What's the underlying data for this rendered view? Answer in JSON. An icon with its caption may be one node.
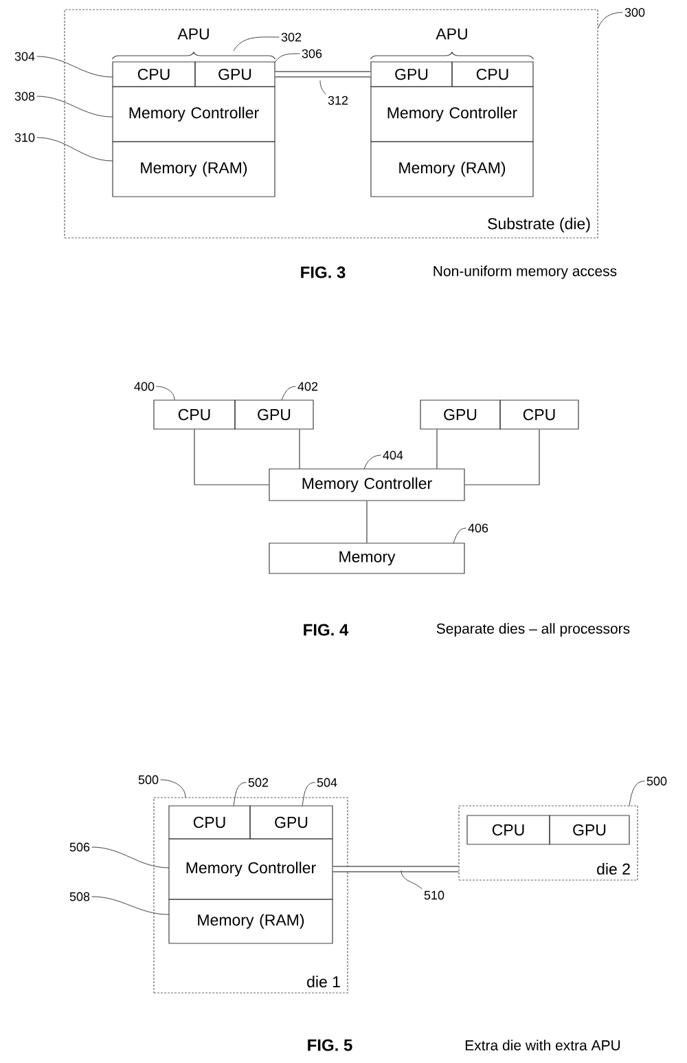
{
  "diagram": {
    "nodes": [
      {
        "text": [
          "Substrate (die)"
        ]
      },
      {
        "text": [
          "APU"
        ],
        "in": 0
      },
      {
        "text": [
          "CPU"
        ],
        "in": 0
      },
      {
        "text": [
          "GPU"
        ],
        "in": 0
      },
      {
        "text": [
          "Memory Controller"
        ],
        "in": 0
      },
      {
        "text": [
          "Memory (RAM)"
        ],
        "in": 0
      },
      {
        "text": [
          "APU"
        ],
        "in": 0
      },
      {
        "text": [
          "GPU"
        ],
        "in": 0
      },
      {
        "text": [
          "CPU"
        ],
        "in": 0
      },
      {
        "text": [
          "Memory Controller"
        ],
        "in": 0
      },
      {
        "text": [
          "Memory (RAM)"
        ],
        "in": 0
      },
      {
        "text": [
          "300"
        ]
      },
      {
        "text": [
          "302"
        ],
        "in": 0
      },
      {
        "text": [
          "304"
        ]
      },
      {
        "text": [
          "306"
        ],
        "in": 0
      },
      {
        "text": [
          "308"
        ]
      },
      {
        "text": [
          "310"
        ]
      },
      {
        "text": [
          "312"
        ],
        "in": 0
      },
      {
        "text": [
          "CPU"
        ]
      },
      {
        "text": [
          "GPU"
        ]
      },
      {
        "text": [
          "GPU"
        ]
      },
      {
        "text": [
          "CPU"
        ]
      },
      {
        "text": [
          "Memory Controller"
        ]
      },
      {
        "text": [
          "Memory"
        ]
      },
      {
        "text": [
          "400"
        ]
      },
      {
        "text": [
          "402"
        ]
      },
      {
        "text": [
          "404"
        ]
      },
      {
        "text": [
          "406"
        ]
      },
      {
        "text": [
          "die 1"
        ]
      },
      {
        "text": [
          "CPU"
        ],
        "in": 28
      },
      {
        "text": [
          "GPU"
        ],
        "in": 28
      },
      {
        "text": [
          "Memory Controller"
        ],
        "in": 28
      },
      {
        "text": [
          "Memory (RAM)"
        ],
        "in": 28
      },
      {
        "text": [
          "die 2"
        ]
      },
      {
        "text": [
          "CPU"
        ],
        "in": 33
      },
      {
        "text": [
          "GPU"
        ],
        "in": 33
      },
      {
        "text": [
          "500"
        ]
      },
      {
        "text": [
          "502"
        ]
      },
      {
        "text": [
          "504"
        ]
      },
      {
        "text": [
          "506"
        ]
      },
      {
        "text": [
          "508"
        ]
      },
      {
        "text": [
          "510"
        ]
      },
      {
        "text": [
          "500"
        ]
      }
    ],
    "edges": [
      {
        "from": 3,
        "to": 7,
        "arrow": "none",
        "style": "thick"
      },
      {
        "from": 11,
        "to": 0,
        "arrow": "none"
      },
      {
        "from": 12,
        "to": 1,
        "arrow": "none"
      },
      {
        "from": 13,
        "to": 2,
        "arrow": "none"
      },
      {
        "from": 14,
        "to": 3,
        "arrow": "none"
      },
      {
        "from": 15,
        "to": 4,
        "arrow": "none"
      },
      {
        "from": 16,
        "to": 5,
        "arrow": "none"
      },
      {
        "from": 17,
        "to": null,
        "arrow": "none"
      },
      {
        "from": 18,
        "to": 22,
        "arrow": "none"
      },
      {
        "from": 19,
        "to": 22,
        "arrow": "none"
      },
      {
        "from": 20,
        "to": 22,
        "arrow": "none"
      },
      {
        "from": 21,
        "to": 22,
        "arrow": "none"
      },
      {
        "from": 22,
        "to": 23,
        "arrow": "none"
      },
      {
        "from": 24,
        "to": 18,
        "arrow": "none"
      },
      {
        "from": 25,
        "to": 19,
        "arrow": "none"
      },
      {
        "from": 26,
        "to": 22,
        "arrow": "none"
      },
      {
        "from": 27,
        "to": 23,
        "arrow": "none"
      },
      {
        "from": 31,
        "to": 33,
        "arrow": "none",
        "style": "thick"
      },
      {
        "from": 36,
        "to": 28,
        "arrow": "none"
      },
      {
        "from": 37,
        "to": 29,
        "arrow": "none"
      },
      {
        "from": 38,
        "to": 30,
        "arrow": "none"
      },
      {
        "from": 39,
        "to": 31,
        "arrow": "none"
      },
      {
        "from": 40,
        "to": 32,
        "arrow": "none"
      },
      {
        "from": 41,
        "to": null,
        "arrow": "none"
      },
      {
        "from": 42,
        "to": 33,
        "arrow": "none"
      }
    ],
    "labels": [
      "FIG. 3",
      "Non-uniform memory access",
      "FIG. 4",
      "Separate dies – all processors",
      "FIG. 5",
      "Extra die with extra APU"
    ]
  }
}
